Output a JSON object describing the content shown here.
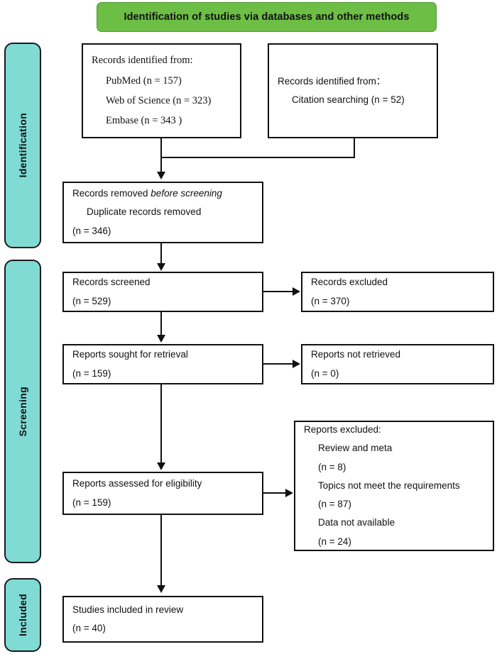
{
  "banner": {
    "title": "Identification of studies via databases and other methods"
  },
  "stages": [
    {
      "label": "Identification"
    },
    {
      "label": "Screening"
    },
    {
      "label": "Included"
    }
  ],
  "boxes": {
    "databases": {
      "lines": [
        "Records identified from:",
        "PubMed (n = 157)",
        "Web of Science (n = 323)",
        "Embase (n = 343 )"
      ]
    },
    "other_methods": {
      "lines": [
        "Records identified from：",
        "Citation searching (n = 52)"
      ]
    },
    "removed": {
      "line1_prefix": "Records removed ",
      "line1_italic": "before screening",
      "line2": "Duplicate records removed",
      "line3": "(n = 346)"
    },
    "records_screened": {
      "label": "Records screened",
      "count": "(n = 529)"
    },
    "records_excluded": {
      "label": "Records excluded",
      "count": "(n = 370)"
    },
    "reports_sought": {
      "label": "Reports sought for retrieval",
      "count": "(n = 159)"
    },
    "reports_not_retrieved": {
      "label": "Reports not retrieved",
      "count": "(n = 0)"
    },
    "reports_assessed": {
      "label": "Reports assessed for eligibility",
      "count": "(n = 159)"
    },
    "reports_excluded": {
      "heading": "Reports excluded:",
      "reason1": "Review and meta",
      "count1": "(n = 8)",
      "reason2": "Topics not meet the requirements",
      "count2": "(n = 87)",
      "reason3": "Data not available",
      "count3": "(n = 24)"
    },
    "studies_included": {
      "label": "Studies included in review",
      "count": "(n = 40)"
    }
  },
  "colors": {
    "banner_fill": "#6CBE45",
    "stage_fill": "#7FDBD4",
    "stroke": "#111111"
  }
}
